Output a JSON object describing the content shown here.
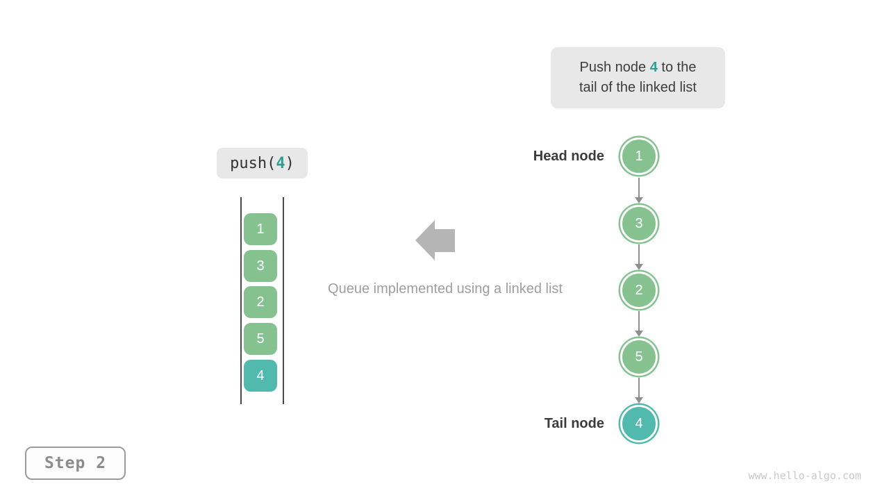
{
  "callout": {
    "line1_prefix": "Push node ",
    "line1_highlight": "4",
    "line1_suffix": " to the",
    "line2": "tail of the linked list"
  },
  "operation": {
    "prefix": "push(",
    "arg": "4",
    "suffix": ")"
  },
  "queue_stack": {
    "items": [
      {
        "value": "1",
        "color": "#85c290"
      },
      {
        "value": "3",
        "color": "#85c290"
      },
      {
        "value": "2",
        "color": "#85c290"
      },
      {
        "value": "5",
        "color": "#85c290"
      },
      {
        "value": "4",
        "color": "#51b9ad"
      }
    ]
  },
  "caption": "Queue implemented using a linked list",
  "linked_list": {
    "head_label": "Head node",
    "tail_label": "Tail node",
    "nodes": [
      {
        "value": "1",
        "color": "#85c290"
      },
      {
        "value": "3",
        "color": "#85c290"
      },
      {
        "value": "2",
        "color": "#85c290"
      },
      {
        "value": "5",
        "color": "#85c290"
      },
      {
        "value": "4",
        "color": "#51b9ad"
      }
    ]
  },
  "step_badge": "Step 2",
  "footer": "www.hello-algo.com",
  "colors": {
    "node_green": "#85c290",
    "node_teal": "#51b9ad",
    "highlight_text": "#2f9e91",
    "callout_bg": "#e8e8e8",
    "block_arrow_gray": "#b5b5b5",
    "connector_gray": "#909090",
    "dark_text": "#3b3b3b",
    "muted_text": "#9e9e9e"
  }
}
